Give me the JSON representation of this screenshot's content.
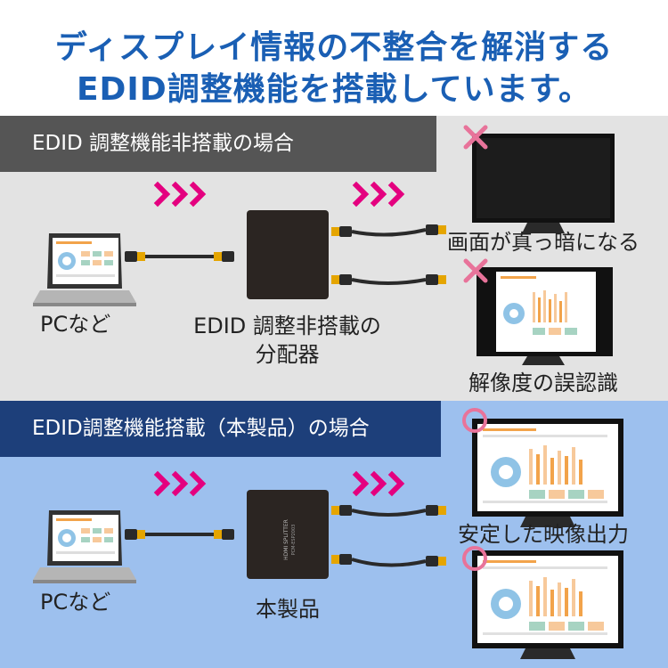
{
  "headline": {
    "line1": "ディスプレイ情報の不整合を解消する",
    "line2": "EDID調整機能を搭載しています。"
  },
  "top_section": {
    "title": "EDID 調整機能非搭載の場合",
    "source_label": "PCなど",
    "device_label_line1": "EDID 調整非搭載の",
    "device_label_line2": "分配器",
    "display1_caption": "画面が真っ暗になる",
    "display2_caption": "解像度の誤認識",
    "status_icon": "cross-mark-icon"
  },
  "bottom_section": {
    "title": "EDID調整機能搭載（本製品）の場合",
    "source_label": "PCなど",
    "device_label": "本製品",
    "display_caption": "安定した映像出力",
    "device_print_line1": "HDMI SPLITTER",
    "device_print_line2": "PCM-ESP2003",
    "status_icon": "circle-mark-icon"
  },
  "colors": {
    "headline": "#1a5fb4",
    "arrow": "#e4007f",
    "cross": "#e8739a",
    "top_panel": "#e3e3e3",
    "bottom_panel": "#9dc0ee",
    "top_band": "#555555",
    "bottom_band": "#1d3f7a",
    "cable_tip": "#e5a500"
  }
}
